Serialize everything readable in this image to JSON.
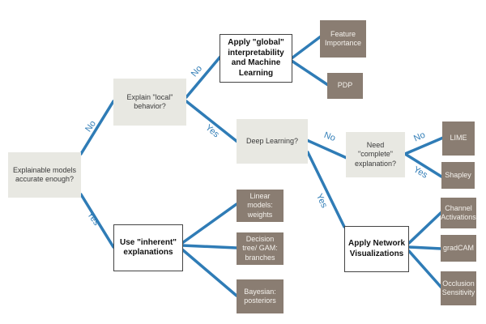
{
  "nodes": {
    "root": "Explainable models accurate enough?",
    "local": "Explain \"local\" behavior?",
    "global": "Apply \"global\" interpretability and Machine Learning",
    "feature": "Feature Importance",
    "pdp": "PDP",
    "deep": "Deep Learning?",
    "complete": "Need \"complete\" explanation?",
    "lime": "LIME",
    "shapley": "Shapley",
    "inherent": "Use \"inherent\" explanations",
    "linear": "Linear models: weights",
    "tree": "Decision tree/ GAM: branches",
    "bayes": "Bayesian: posteriors",
    "netvis": "Apply Network Visualizations",
    "channel": "Channel Activations",
    "gradcam": "gradCAM",
    "occlusion": "Occlusion Sensitivity"
  },
  "edge_labels": {
    "root_no": "No",
    "root_yes": "Yes",
    "local_no": "No",
    "local_yes": "Yes",
    "deep_no": "No",
    "deep_yes": "Yes",
    "complete_no": "No",
    "complete_yes": "Yes"
  },
  "colors": {
    "connector": "#2f7cb6",
    "decision_box": "#e8e8e2",
    "method_box": "#8a7d72",
    "action_box_border": "#444444"
  }
}
